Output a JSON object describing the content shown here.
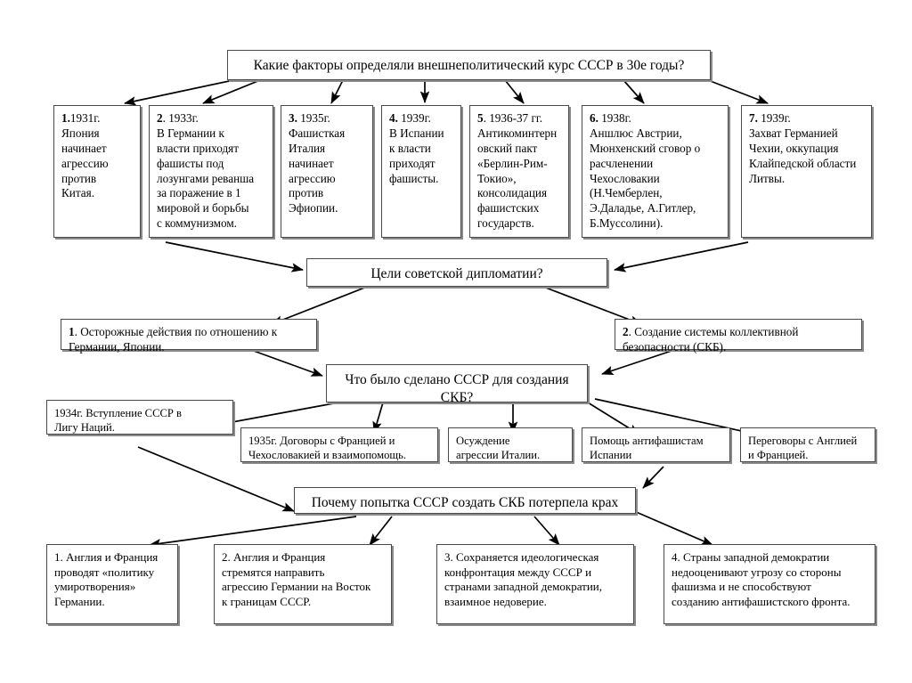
{
  "diagram": {
    "title_question": "Какие факторы определяли внешнеполитический курс СССР в 30е годы?",
    "factors": [
      {
        "num": "1.",
        "date": "1931г.",
        "text": "Япония\nначинает\nагрессию\nпротив\nКитая."
      },
      {
        "num": "2",
        "date": ". 1933г.",
        "text": "В Германии к\nвласти приходят\nфашисты под\nлозунгами реванша\nза поражение в 1\nмировой и борьбы\nс коммунизмом."
      },
      {
        "num": "3.",
        "date": " 1935г.",
        "text": "Фашисткая\nИталия\nначинает\nагрессию\nпротив\nЭфиопии."
      },
      {
        "num": "4.",
        "date": " 1939г.",
        "text": "В Испании\nк власти\nприходят\nфашисты."
      },
      {
        "num": "5",
        "date": ". 1936-37 гг.",
        "text": "Антикоминтерн\nовский пакт\n«Берлин-Рим-\nТокио»,\nконсолидация\nфашистских\nгосударств."
      },
      {
        "num": "6.",
        "date": " 1938г.",
        "text": "Аншлюс Австрии,\nМюнхенский сговор о\nрасчленении\nЧехословакии\n(Н.Чемберлен,\nЭ.Даладье, А.Гитлер,\nБ.Муссолини)."
      },
      {
        "num": "7.",
        "date": " 1939г.",
        "text": "Захват Германией\nЧехии, оккупация\nКлайпедской области\nЛитвы."
      }
    ],
    "goals_question": "Цели советской дипломатии?",
    "goals": [
      {
        "num": "1",
        "text": ". Осторожные действия по отношению к\nГермании, Японии."
      },
      {
        "num": "2",
        "text": ". Создание системы коллективной\nбезопасности (СКБ)."
      }
    ],
    "actions_question": "Что было сделано СССР для создания СКБ?",
    "actions": [
      {
        "text": "1934г. Вступление СССР в\nЛигу Наций."
      },
      {
        "text": "1935г. Договоры с Францией и\nЧехословакией и взаимопомощь."
      },
      {
        "text": "Осуждение\nагрессии Италии."
      },
      {
        "text": "Помощь антифашистам\nИспании"
      },
      {
        "text": "Переговоры с Англией\nи Францией."
      }
    ],
    "failure_question": "Почему попытка СССР создать СКБ потерпела крах",
    "reasons": [
      {
        "text": "1. Англия и Франция\nпроводят «политику\nумиротворения»\nГермании."
      },
      {
        "text": "2. Англия и Франция\nстремятся направить\nагрессию Германии на Восток\nк границам СССР."
      },
      {
        "text": "3. Сохраняется идеологическая\nконфронтация между СССР и\nстранами западной демократии,\nвзаимное недоверие."
      },
      {
        "text": "4. Страны западной демократии\nнедооценивают угрозу со стороны\nфашизма и не способствуют\nсозданию антифашистского фронта."
      }
    ]
  },
  "colors": {
    "background": "#ffffff",
    "border": "#4a4a4a",
    "shadow": "#8a8a8a",
    "text": "#000000",
    "arrow": "#000000"
  }
}
